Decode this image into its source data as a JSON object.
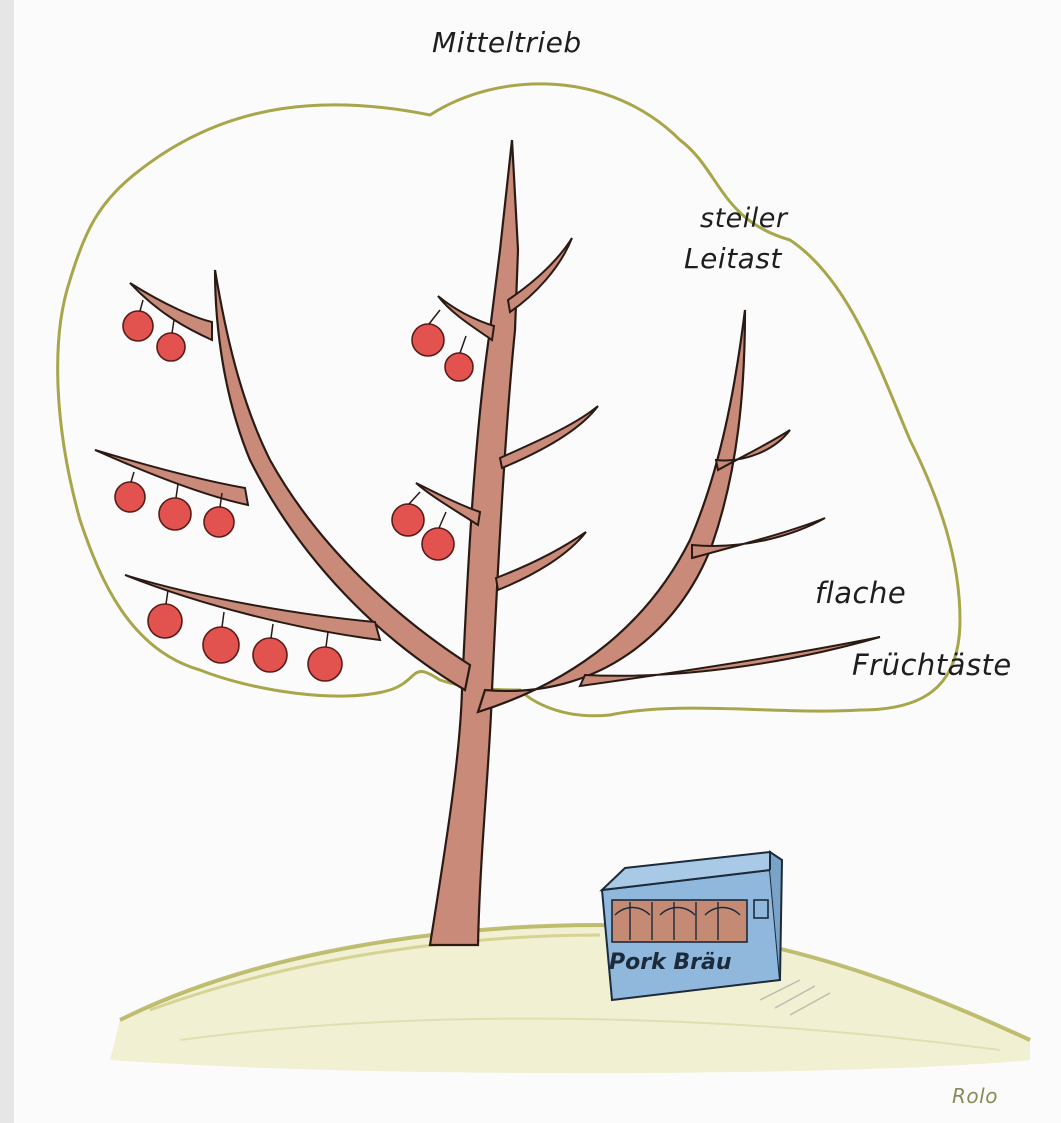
{
  "labels": {
    "central_leader": "Mitteltrieb",
    "steep_leader_line1": "steiler",
    "steep_leader_line2": "Leitast",
    "flat_line1": "flache",
    "flat_line2": "Früchtäste"
  },
  "crate": {
    "brand": "Pork Bräu"
  },
  "signature": "Rolo",
  "colors": {
    "crown_outline": "#a8a64a",
    "branch_fill": "#c98a7a",
    "branch_stroke": "#2a1a14",
    "apple": "#e2524e",
    "crate": "#8fb8dc",
    "ground": "#c9c87a"
  }
}
